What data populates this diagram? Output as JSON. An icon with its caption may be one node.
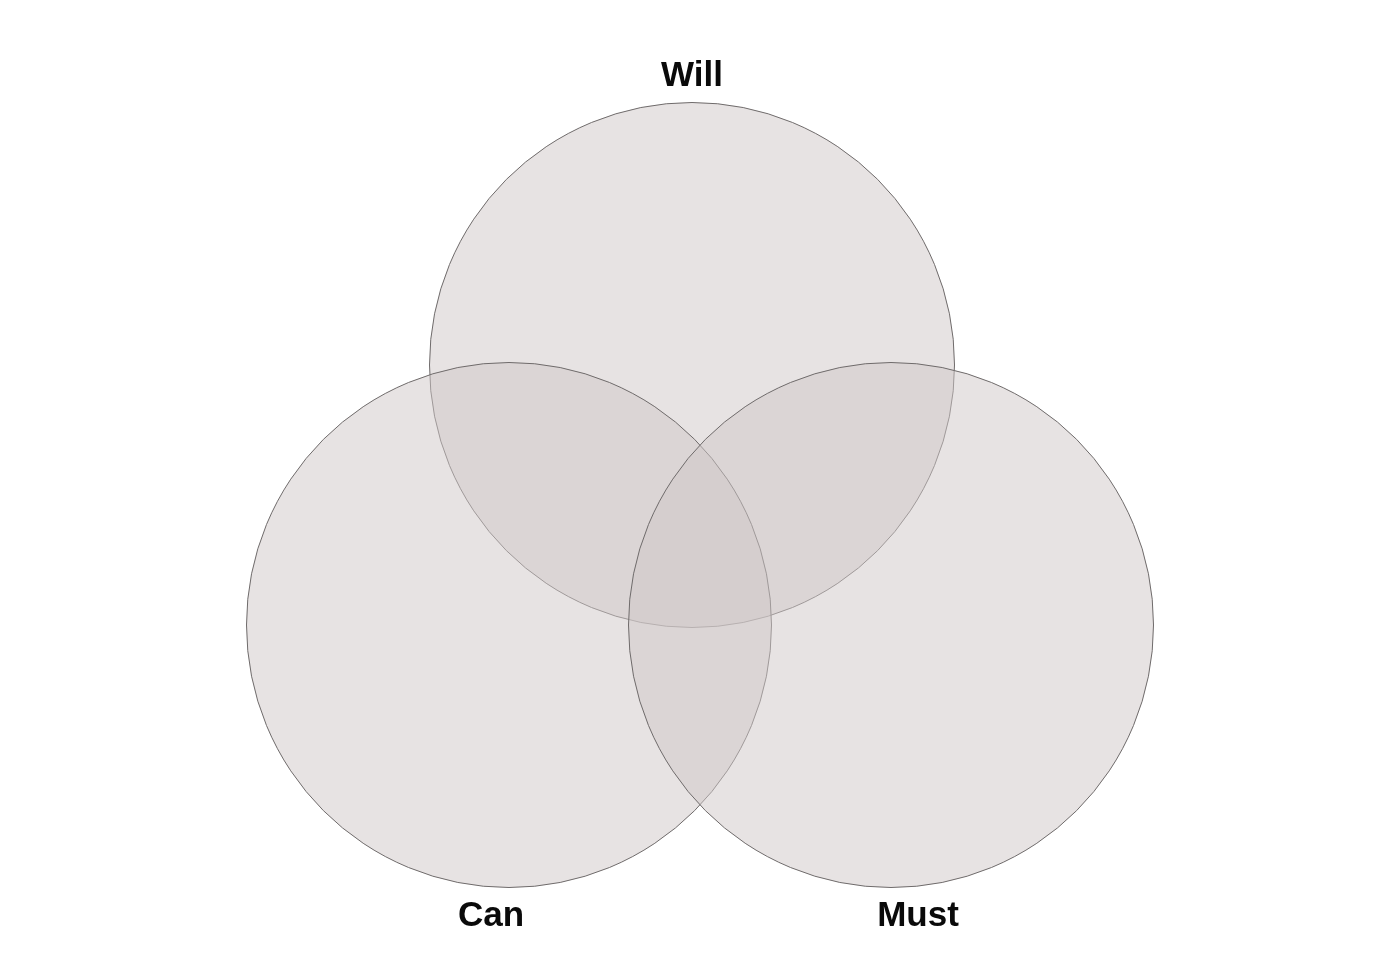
{
  "diagram": {
    "nodes": [
      {
        "text": [
          "Will"
        ]
      },
      {
        "text": [
          "Can"
        ]
      },
      {
        "text": [
          "Must"
        ]
      }
    ]
  }
}
